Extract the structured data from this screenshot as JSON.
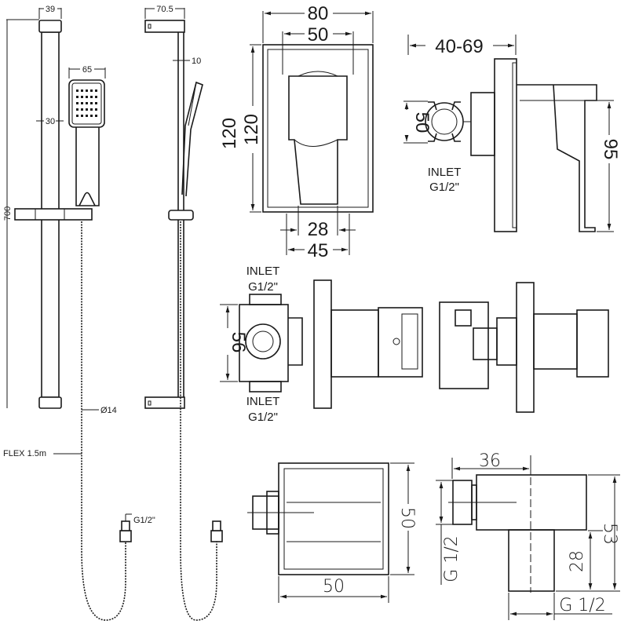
{
  "shower_rail": {
    "rail_width": "39",
    "rail_depth": "70.5",
    "handset_width": "65",
    "pipe_diameter_side": "10",
    "pipe_width_front": "30",
    "rail_height": "700",
    "hose_diameter": "Ø14",
    "hose_length": "FLEX 1.5m",
    "hose_thread": "G1/2\""
  },
  "valve_front": {
    "plate_width": "80",
    "handle_width_top": "50",
    "plate_height": "120",
    "plate_height_clipped": "120",
    "handle_width_bottom": "28",
    "body_width": "45"
  },
  "valve_side": {
    "depth": "40-69",
    "inlet_height": "50",
    "plate_height": "95",
    "inlet_label": "INLET",
    "inlet_thread": "G1/2\""
  },
  "valve_back": {
    "body_height": "56",
    "inlet_top_label": "INLET",
    "inlet_top_thread": "G1/2\"",
    "inlet_bottom_label": "INLET",
    "inlet_bottom_thread": "G1/2\""
  },
  "outlet_elbow_front": {
    "height": "50",
    "width": "50"
  },
  "outlet_elbow_side": {
    "depth": "36",
    "height": "53",
    "spigot_height": "28",
    "thread_side": "G 1/2",
    "thread_bottom": "G 1/2"
  }
}
